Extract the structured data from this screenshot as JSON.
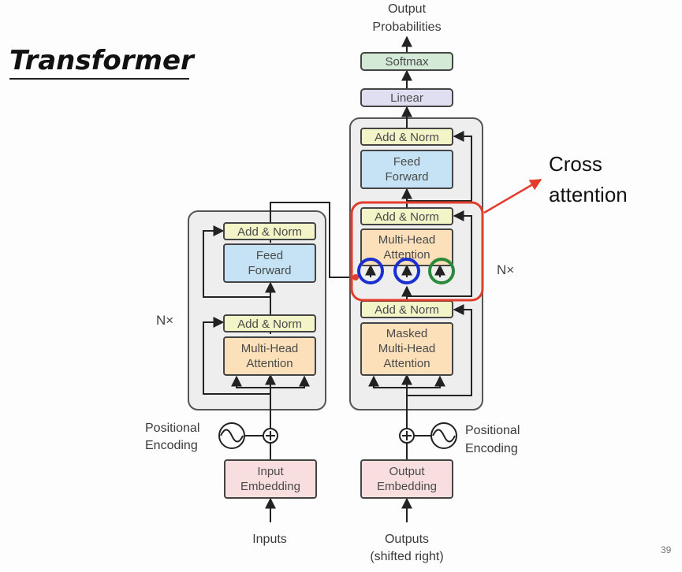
{
  "slide": {
    "title": "Transformer",
    "page_number": "39"
  },
  "callout": {
    "line1": "Cross",
    "line2": "attention"
  },
  "encoder": {
    "repeat_label": "N×",
    "add_norm_top": "Add & Norm",
    "feed_forward": [
      "Feed",
      "Forward"
    ],
    "add_norm_bottom": "Add & Norm",
    "attention": [
      "Multi-Head",
      "Attention"
    ],
    "positional_encoding": [
      "Positional",
      "Encoding"
    ],
    "embedding": [
      "Input",
      "Embedding"
    ],
    "input_label": "Inputs"
  },
  "decoder": {
    "output_label": [
      "Output",
      "Probabilities"
    ],
    "softmax": "Softmax",
    "linear": "Linear",
    "repeat_label": "N×",
    "add_norm_top": "Add & Norm",
    "feed_forward": [
      "Feed",
      "Forward"
    ],
    "add_norm_mid": "Add & Norm",
    "cross_attention": [
      "Multi-Head",
      "Attention"
    ],
    "add_norm_bottom": "Add & Norm",
    "masked_attention": [
      "Masked",
      "Multi-Head",
      "Attention"
    ],
    "positional_encoding": [
      "Positional",
      "Encoding"
    ],
    "embedding": [
      "Output",
      "Embedding"
    ],
    "input_label": [
      "Outputs",
      "(shifted right)"
    ]
  },
  "colors": {
    "add_norm": "#f3f4c8",
    "feed_forward": "#c5e3f4",
    "attention": "#fbe0b9",
    "embedding": "#f8dede",
    "softmax": "#d3ead7",
    "linear": "#dfdff1",
    "stack_bg": "#eeeeee",
    "highlight_red": "#e23c2c",
    "circle_blue": "#1a2fd0",
    "circle_green": "#2a8a3a"
  }
}
